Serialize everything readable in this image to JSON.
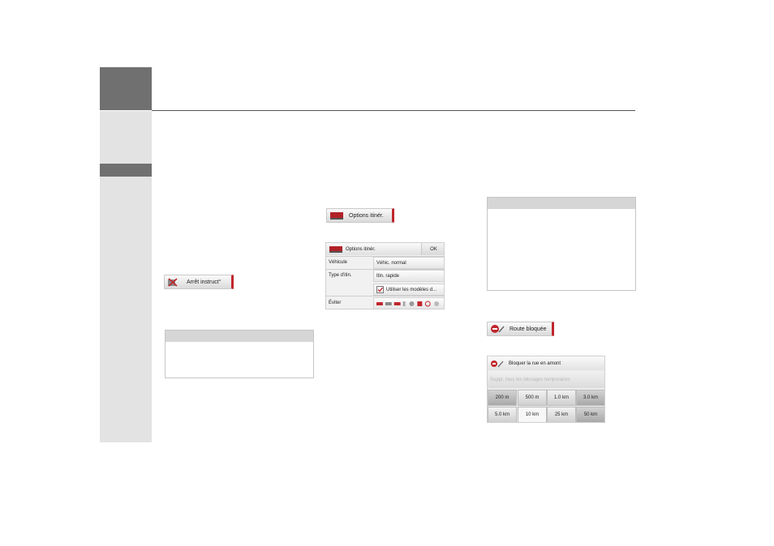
{
  "buttons": {
    "stop_instructions": "Arrêt instruct°",
    "route_options": "Options itinér.",
    "blocked_road": "Route bloquée"
  },
  "route_options_screen": {
    "title": "Options itinér.",
    "ok": "OK",
    "rows": [
      {
        "label": "Véhicule",
        "value": "Véhic. normal"
      },
      {
        "label": "Type d'itin.",
        "value": "Itin. rapide"
      },
      {
        "label": "",
        "value": "Utiliser les modèles d..."
      },
      {
        "label": "Éviter",
        "value": ""
      }
    ]
  },
  "block_screen": {
    "title": "Bloquer la rue en amont",
    "remove_all": "Suppr. tous les blocages temporaires",
    "distances": [
      "200 m",
      "500 m",
      "1.0 km",
      "3.0 km",
      "5.0 km",
      "10 km",
      "25 km",
      "50 km"
    ]
  },
  "colors": {
    "accent": "#c0262c",
    "sidebar_dark": "#707070",
    "sidebar_light": "#e3e3e3"
  },
  "icons": [
    "truck-icon",
    "stop-sign-icon",
    "blocked-road-icon",
    "checkbox-checked-icon"
  ]
}
